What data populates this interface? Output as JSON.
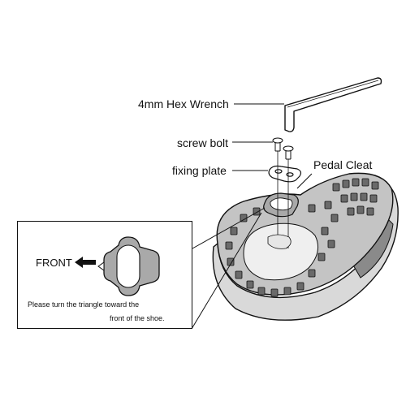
{
  "labels": {
    "hex_wrench": "4mm Hex Wrench",
    "screw_bolt": "screw bolt",
    "fixing_plate": "fixing plate",
    "pedal_cleat": "Pedal Cleat",
    "front": "FRONT"
  },
  "detail_note": {
    "line1": "Please turn the triangle toward the",
    "line2": "front of the shoe."
  },
  "colors": {
    "ink": "#111111",
    "sole_grey": "#bdbdbd",
    "cleat_grey": "#a9a9a9",
    "background": "#ffffff"
  },
  "icons": {
    "arrow": "left-arrow-icon",
    "triangle": "triangle-marker-icon"
  }
}
